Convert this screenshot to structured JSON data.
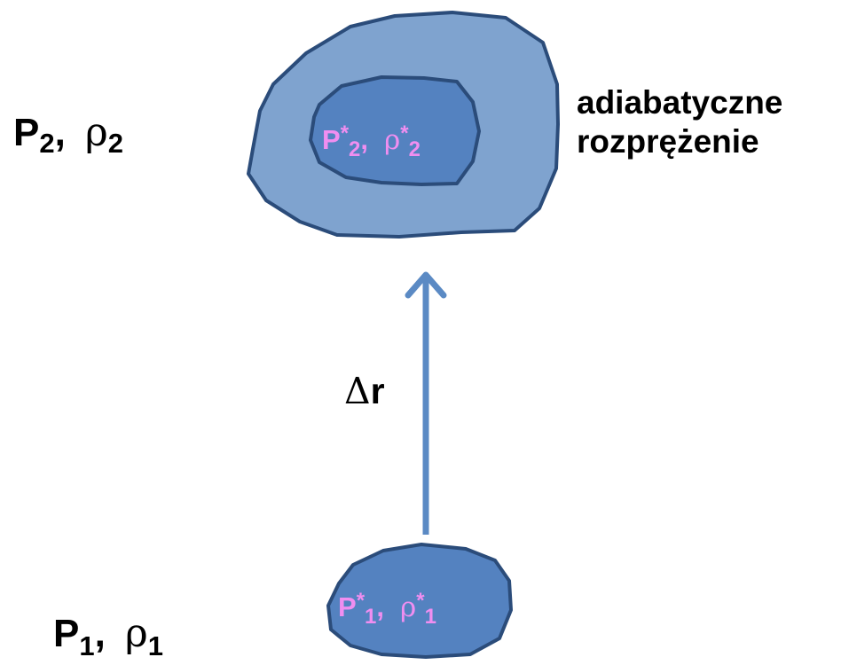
{
  "colors": {
    "outer_fill": "#7fa3cf",
    "inner_fill": "#5482c0",
    "outline": "#2b4c7a",
    "arrow": "#5b8ac4",
    "pink_text": "#f08ef0",
    "dark_text": "#000000"
  },
  "top_left_label": {
    "p_sym": "P",
    "p_sub": "2",
    "sep": ",",
    "rho_sym": "ρ",
    "rho_sub": "2"
  },
  "bottom_left_label": {
    "p_sym": "P",
    "p_sub": "1",
    "sep": ",",
    "rho_sym": "ρ",
    "rho_sub": "1"
  },
  "top_parcel_label": {
    "p_sym": "P",
    "star": "*",
    "p_sub": "2",
    "sep": ",",
    "rho_sym": "ρ",
    "rho_sub": "2"
  },
  "bottom_parcel_label": {
    "p_sym": "P",
    "star": "*",
    "p_sub": "1",
    "sep": ",",
    "rho_sym": "ρ",
    "rho_sub": "1"
  },
  "expansion_label": {
    "line1": "adiabatyczne",
    "line2": "rozprężenie"
  },
  "displacement_label": {
    "delta": "Δ",
    "r": "r"
  }
}
